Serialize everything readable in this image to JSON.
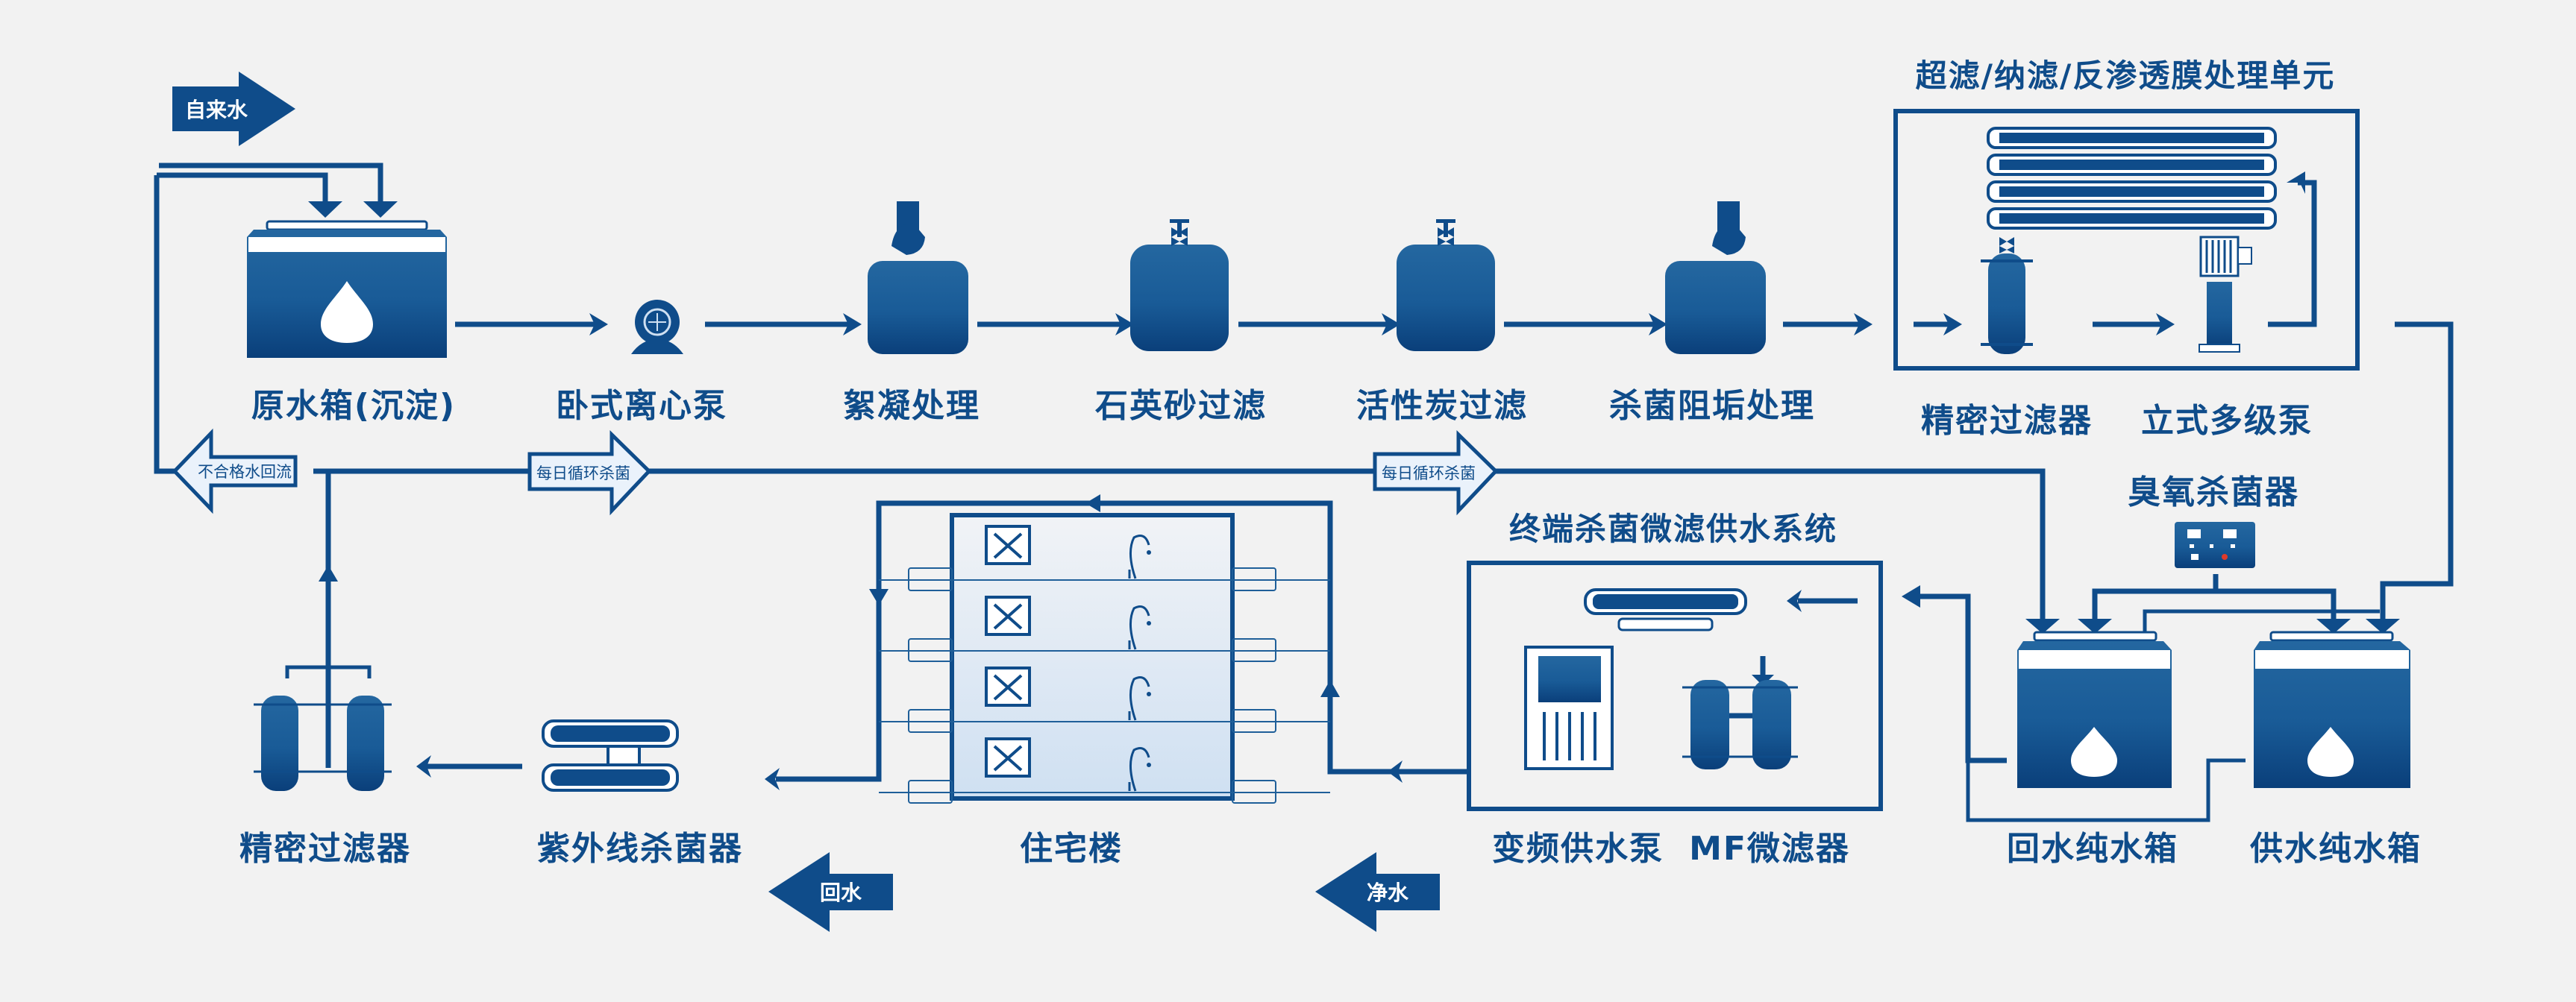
{
  "diagram": {
    "title_membrane_unit": "超滤/纳滤/反渗透膜处理单元",
    "title_terminal_system": "终端杀菌微滤供水系统",
    "colors": {
      "primary": "#0f4c8a",
      "light_fill": "#eaf2fb",
      "background": "#f2f2f2",
      "accent_red": "#e03a2a"
    },
    "flow_arrows": {
      "tap_water": "自来水",
      "return_water": "回水",
      "clean_water": "净水",
      "unqualified_return": "不合格水回流",
      "daily_circulation_1": "每日循环杀菌",
      "daily_circulation_2": "每日循环杀菌"
    },
    "top_row": [
      {
        "id": "raw-tank",
        "label": "原水箱(沉淀)",
        "icon": "water-tank-icon"
      },
      {
        "id": "centrifugal-pump",
        "label": "卧式离心泵",
        "icon": "pump-icon"
      },
      {
        "id": "flocculation",
        "label": "絮凝处理",
        "icon": "dosing-tank-icon"
      },
      {
        "id": "quartz-sand",
        "label": "石英砂过滤",
        "icon": "filter-vessel-icon"
      },
      {
        "id": "activated-carbon",
        "label": "活性炭过滤",
        "icon": "filter-vessel-icon"
      },
      {
        "id": "sterilization-scale",
        "label": "杀菌阻垢处理",
        "icon": "dosing-tank-icon"
      }
    ],
    "membrane_unit": [
      {
        "id": "precision-filter-top",
        "label": "精密过滤器",
        "icon": "cartridge-filter-icon"
      },
      {
        "id": "vertical-pump",
        "label": "立式多级泵",
        "icon": "vertical-pump-icon"
      }
    ],
    "ozone": {
      "label": "臭氧杀菌器",
      "icon": "ozone-generator-icon"
    },
    "pure_tanks": [
      {
        "id": "return-tank",
        "label": "回水纯水箱",
        "icon": "water-tank-icon"
      },
      {
        "id": "supply-tank",
        "label": "供水纯水箱",
        "icon": "water-tank-icon"
      }
    ],
    "terminal_system": [
      {
        "id": "vfd-pump",
        "label": "变频供水泵",
        "icon": "control-cabinet-icon"
      },
      {
        "id": "mf-filter",
        "label": "MF微滤器",
        "icon": "twin-filter-icon"
      }
    ],
    "building": {
      "label": "住宅楼",
      "floors": 4,
      "icon": "building-icon"
    },
    "bottom_left": [
      {
        "id": "uv-sterilizer",
        "label": "紫外线杀菌器",
        "icon": "uv-lamp-icon"
      },
      {
        "id": "precision-filter-bottom",
        "label": "精密过滤器",
        "icon": "twin-filter-icon"
      }
    ]
  }
}
